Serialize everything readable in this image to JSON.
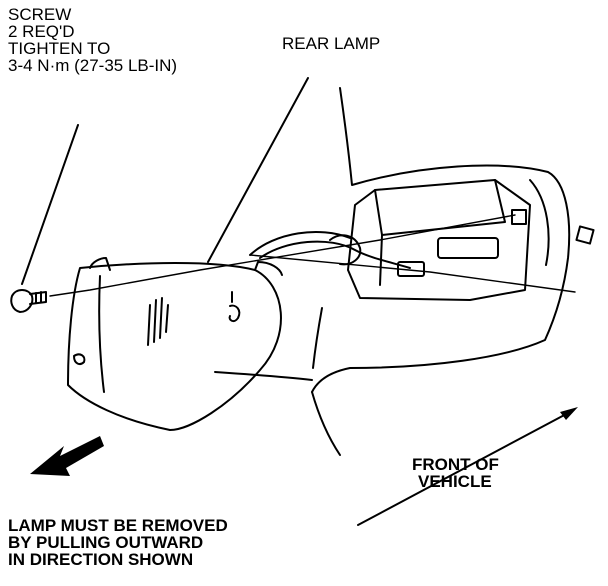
{
  "labels": {
    "screw": [
      "SCREW",
      "2 REQ'D",
      "TIGHTEN TO",
      "3-4 N·m (27-35 LB-IN)"
    ],
    "rear_lamp": "REAR LAMP",
    "front_of_vehicle": [
      "FRONT OF",
      "VEHICLE"
    ],
    "instruction": [
      "LAMP MUST BE REMOVED",
      "BY PULLING OUTWARD",
      "IN DIRECTION SHOWN"
    ]
  },
  "colors": {
    "ink": "#000000",
    "paper": "#ffffff"
  }
}
